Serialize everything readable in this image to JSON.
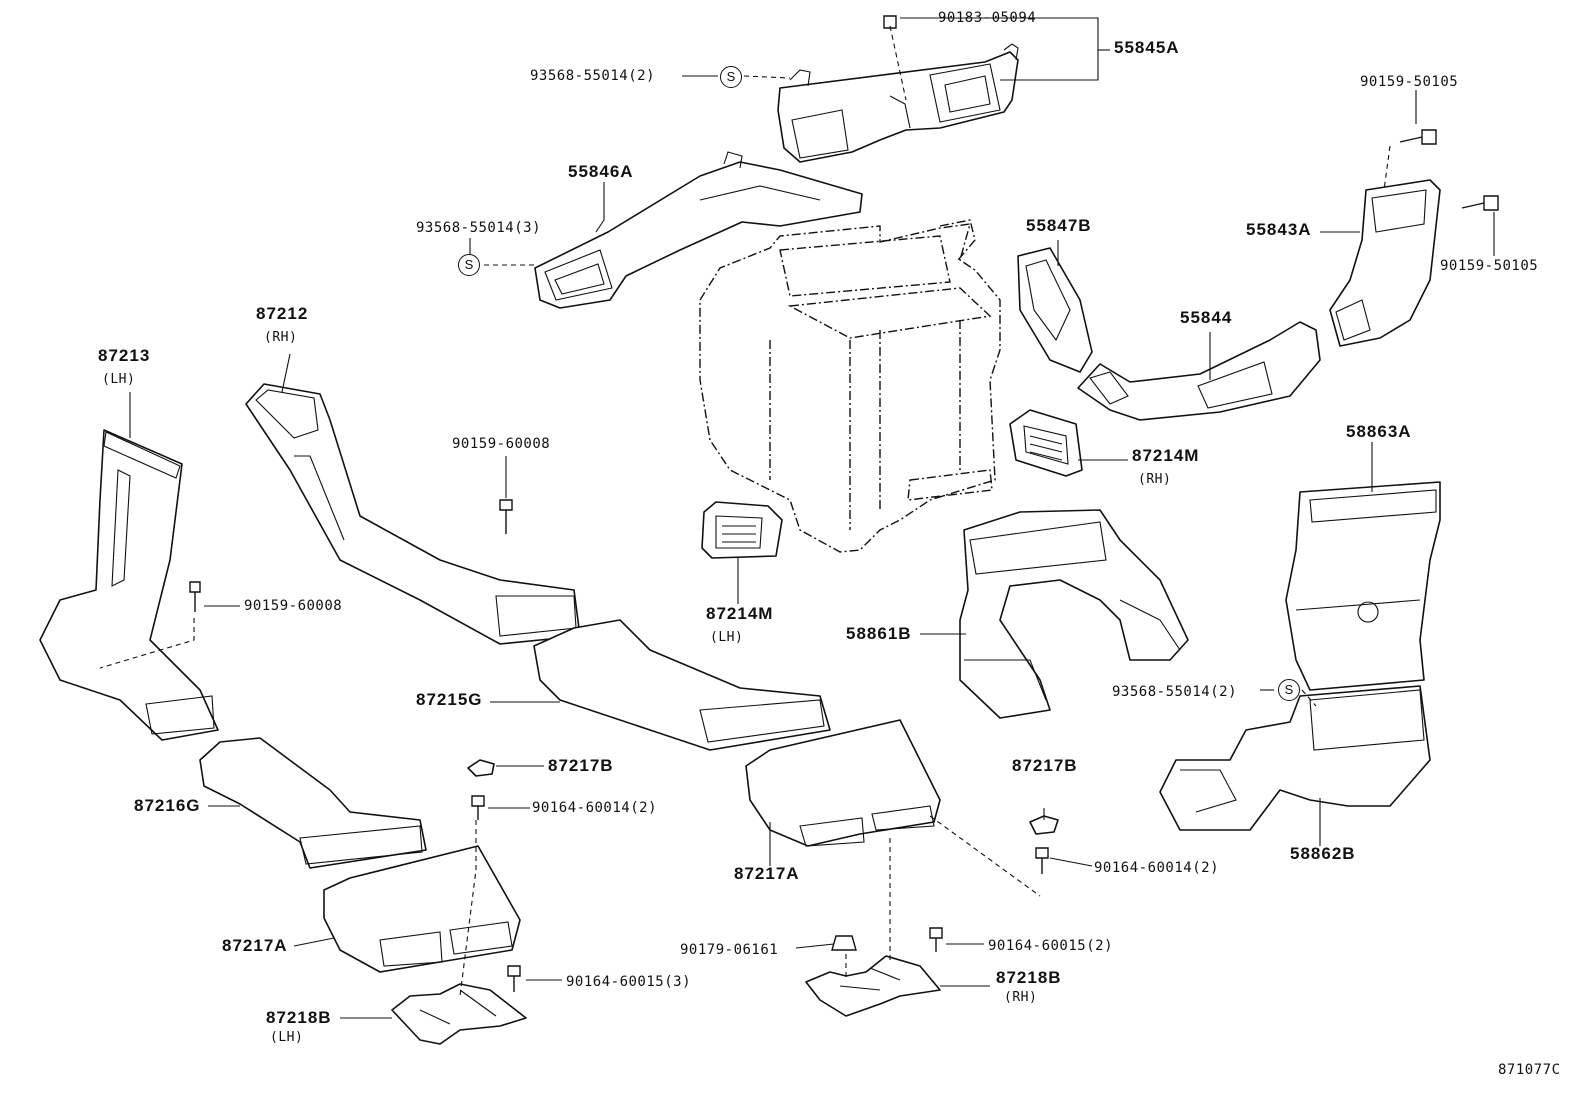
{
  "labels": {
    "p_90183_05094": "90183-05094",
    "p_55845A": "55845A",
    "p_93568_55014_2_top": "93568-55014(2)",
    "p_90159_50105_top": "90159-50105",
    "p_55846A": "55846A",
    "p_93568_55014_3": "93568-55014(3)",
    "p_55847B": "55847B",
    "p_55843A": "55843A",
    "p_90159_50105_right": "90159-50105",
    "p_87212": "87212",
    "p_87212_rh": "(RH)",
    "p_87213": "87213",
    "p_87213_lh": "(LH)",
    "p_55844": "55844",
    "p_90159_60008_mid": "90159-60008",
    "p_87214M_rh": "87214M",
    "p_87214M_rh_sub": "(RH)",
    "p_58863A": "58863A",
    "p_90159_60008_left": "90159-60008",
    "p_87214M_lh": "87214M",
    "p_87214M_lh_sub": "(LH)",
    "p_58861B": "58861B",
    "p_93568_55014_2_right": "93568-55014(2)",
    "p_87215G": "87215G",
    "p_87217B_mid": "87217B",
    "p_87217B_right": "87217B",
    "p_90164_60014_2_left": "90164-60014(2)",
    "p_87216G": "87216G",
    "p_90164_60014_2_right": "90164-60014(2)",
    "p_58862B": "58862B",
    "p_87217A_mid": "87217A",
    "p_90179_06161": "90179-06161",
    "p_90164_60015_2": "90164-60015(2)",
    "p_87217A_left": "87217A",
    "p_87218B_rh": "87218B",
    "p_87218B_rh_sub": "(RH)",
    "p_90164_60015_3": "90164-60015(3)",
    "p_87218B_lh": "87218B",
    "p_87218B_lh_sub": "(LH)",
    "ref": "871077C"
  },
  "marks": {
    "s": "S"
  }
}
